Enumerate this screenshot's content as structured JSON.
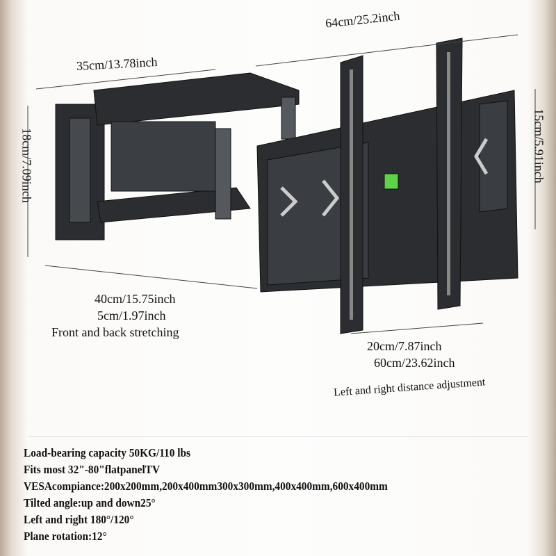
{
  "dimensions": {
    "total_width": "64cm/25.2inch",
    "arm_length": "35cm/13.78inch",
    "wall_plate_height": "18cm/7.09inch",
    "tv_plate_height": "15cm/5.91inch",
    "extension": "40cm/15.75inch",
    "retraction": "5cm/1.97inch",
    "extension_caption": "Front and back stretching",
    "min_spacing": "20cm/7.87inch",
    "max_spacing": "60cm/23.62inch",
    "spacing_caption": "Left and right distance adjustment"
  },
  "specs": [
    "Load-bearing capacity 50KG/110 lbs",
    "Fits most 32\"-80\"flatpanelTV",
    "VESAcompiance:200x200mm,200x400mm300x300mm,400x400mm,600x400mm",
    "Tilted angle:up and down25°",
    "Left and right 180°/120°",
    "Plane rotation:12°"
  ],
  "colors": {
    "metal": "#2b2d30",
    "level": "#5fd14a"
  }
}
